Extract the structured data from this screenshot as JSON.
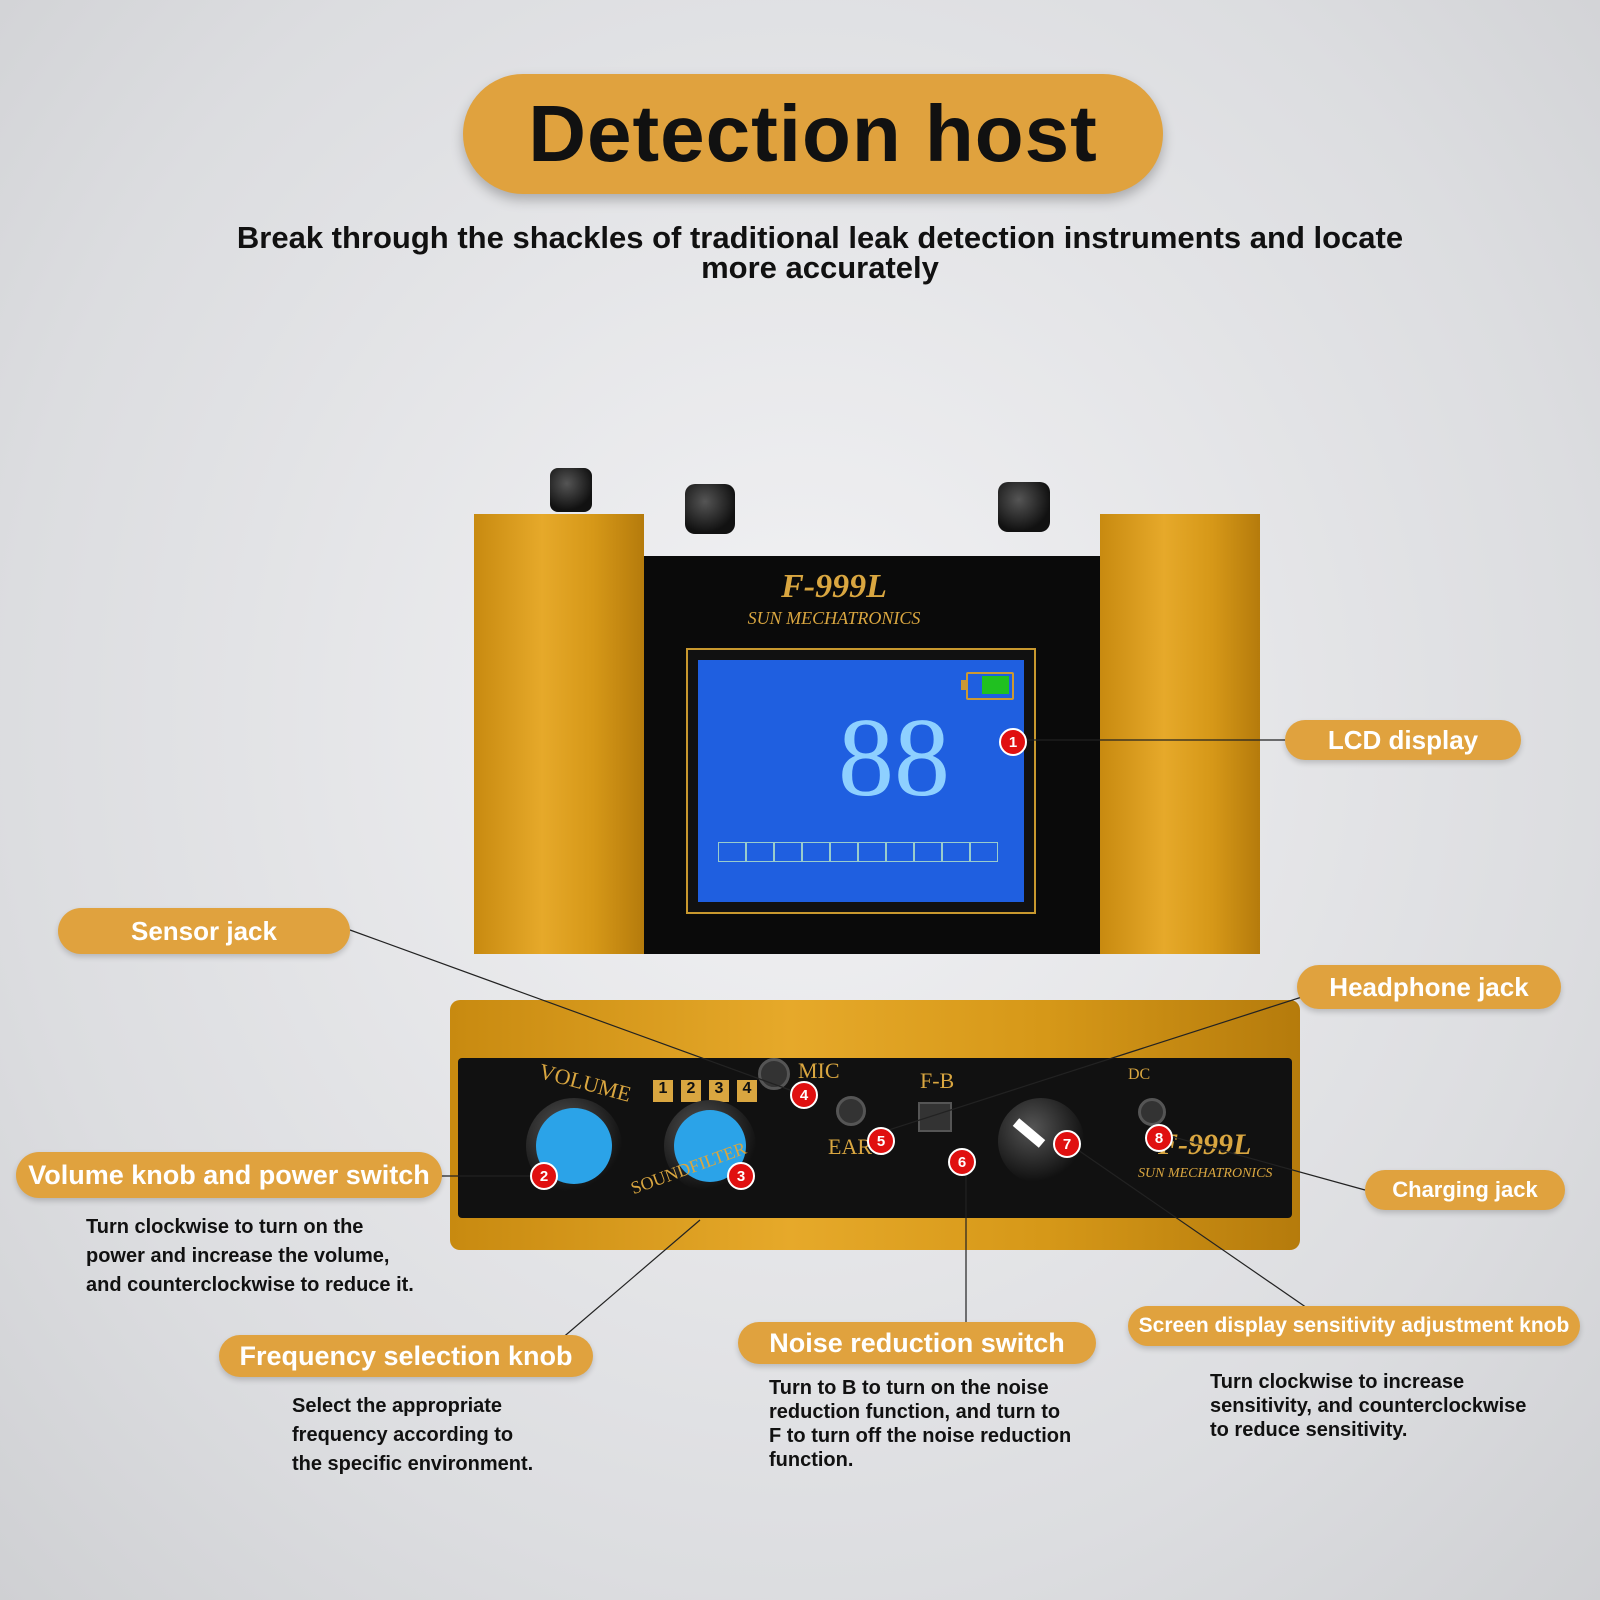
{
  "title": "Detection host",
  "subtitle": "Break through the shackles of traditional leak detection instruments and locate more accurately",
  "device": {
    "model": "F-999L",
    "brand": "SUN MECHATRONICS",
    "screen_value": "88",
    "panel": {
      "volume": "VOLUME",
      "sound_filter": "SOUNDFILTER",
      "mic": "MIC",
      "ear": "EAR",
      "fb": "F-B",
      "dc": "DC",
      "filter_numbers": [
        "1",
        "2",
        "3",
        "4"
      ]
    }
  },
  "markers": [
    "1",
    "2",
    "3",
    "4",
    "5",
    "6",
    "7",
    "8"
  ],
  "labels": {
    "lcd": "LCD display",
    "sensor": "Sensor jack",
    "headphone": "Headphone jack",
    "volume": "Volume knob and power switch",
    "charging": "Charging jack",
    "frequency": "Frequency selection knob",
    "noise": "Noise reduction switch",
    "sensitivity": "Screen display sensitivity adjustment knob"
  },
  "descriptions": {
    "volume": [
      "Turn clockwise to turn on the",
      "power and increase the volume,",
      "and counterclockwise to reduce it."
    ],
    "frequency": [
      "Select the appropriate",
      "frequency according to",
      "the specific environment."
    ],
    "noise": [
      "Turn to B to turn on the noise",
      "reduction function, and turn to",
      "F to turn off the noise reduction",
      "function."
    ],
    "sensitivity": [
      "Turn clockwise to increase",
      "sensitivity, and counterclockwise",
      "to reduce sensitivity."
    ]
  },
  "colors": {
    "accent": "#e0a23e",
    "lcd": "#1f5fe0",
    "marker": "#e01010",
    "knob_blue": "#2ba3e8"
  }
}
